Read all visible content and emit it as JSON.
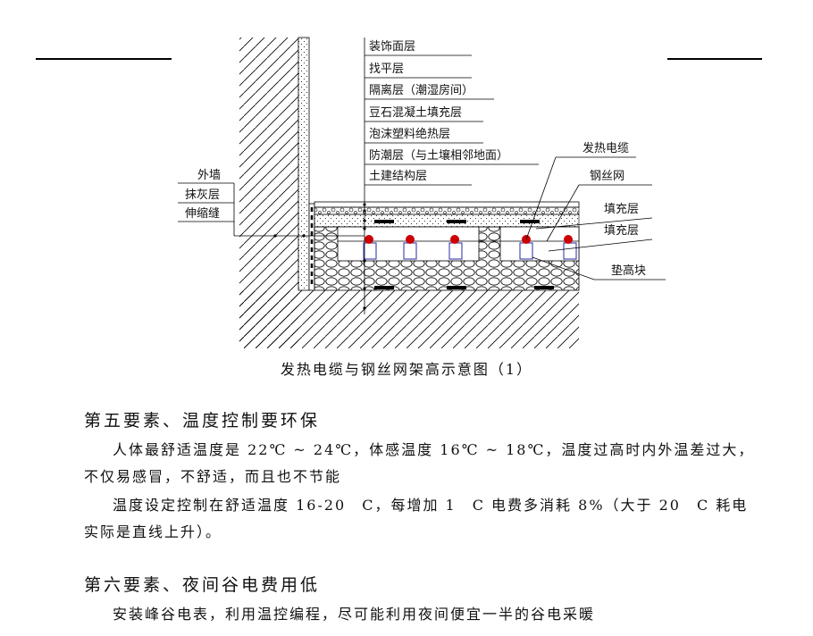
{
  "diagram": {
    "layer_labels": [
      "装饰面层",
      "找平层",
      "隔离层（潮湿房间）",
      "豆石混凝土填充层",
      "泡沫塑料绝热层",
      "防潮层（与土壤相邻地面）",
      "土建结构层"
    ],
    "left_labels": [
      "外墙",
      "抹灰层",
      "伸缩缝"
    ],
    "right_labels": {
      "cable": "发热电缆",
      "mesh": "钢丝网",
      "fill1": "填充层",
      "fill2": "填充层",
      "block": "垫高块"
    },
    "caption": "发热电缆与钢丝网架高示意图（1）",
    "colors": {
      "cable": "#cc0000",
      "block": "#2a2aa8",
      "line": "#000000"
    }
  },
  "section5": {
    "heading": "第五要素、温度控制要环保",
    "p1_line1": "人体最舒适温度是 22℃ ~ 24℃，体感温度 16℃ ~ 18℃，温度过高时内外温差过大，",
    "p1_line2": "不仅易感冒，不舒适，而且也不节能",
    "p2_line1": "温度设定控制在舒适温度 16-20　C，每增加 1　C 电费多消耗 8%（大于 20　C 耗电",
    "p2_line2": "实际是直线上升）。"
  },
  "section6": {
    "heading": "第六要素、夜间谷电费用低",
    "p1_line1": "安装峰谷电表，利用温控编程，尽可能利用夜间便宜一半的谷电采暖"
  }
}
